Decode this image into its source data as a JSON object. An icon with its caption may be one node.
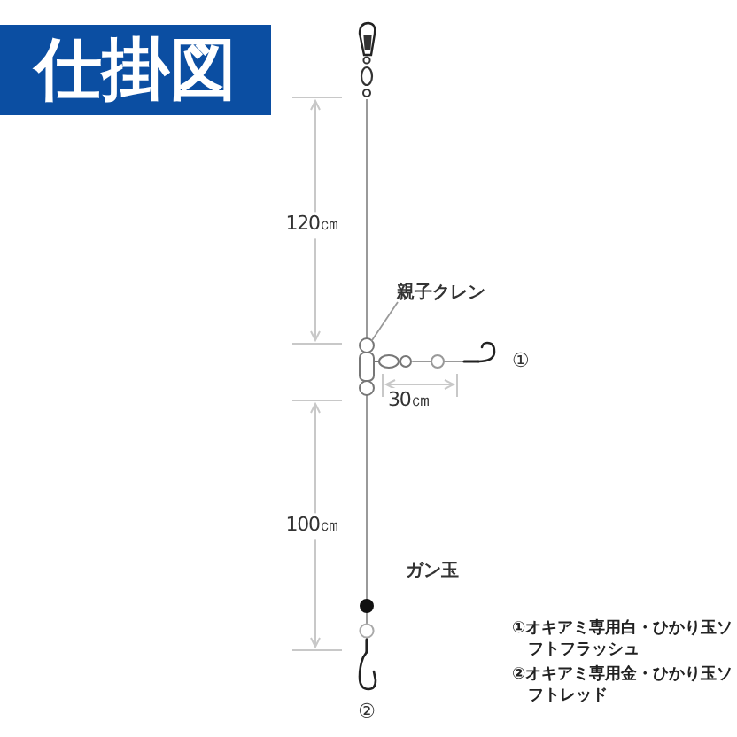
{
  "diagram": {
    "title": "仕掛図",
    "nodes": [
      {
        "text": [
          "親子クレン"
        ]
      },
      {
        "text": [],
        "shape": "picture"
      }
    ],
    "edges": [
      {
        "from": 0,
        "to": 1,
        "arrow": "none"
      }
    ],
    "labels": [
      "120㎝",
      "①",
      "30㎝",
      "100㎝",
      "ガン玉",
      "①オキアミ専用白・ひかり玉ソフトフラッシュ",
      "②オキアミ専用金・ひかり玉ソフトレッド",
      "②"
    ]
  }
}
